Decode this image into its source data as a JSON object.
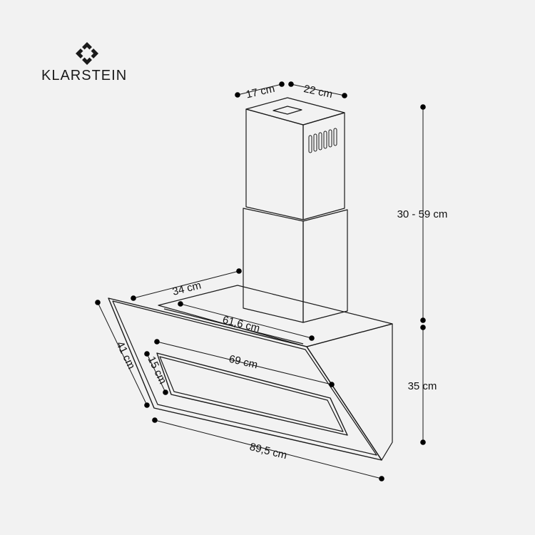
{
  "brand": {
    "name": "KLARSTEIN",
    "logo_icon": "klarstein-logo-icon"
  },
  "colors": {
    "background": "#f2f2f2",
    "line": "#1a1a1a",
    "dot": "#000000"
  },
  "dimensions": {
    "chimney_depth": "17 cm",
    "chimney_width": "22 cm",
    "chimney_height": "30 - 59 cm",
    "hood_depth": "34 cm",
    "hood_width_top": "61,6 cm",
    "hood_height": "35 cm",
    "glass_width": "69 cm",
    "glass_height": "15 cm",
    "panel_height": "41 cm",
    "total_width": "89,5 cm"
  }
}
